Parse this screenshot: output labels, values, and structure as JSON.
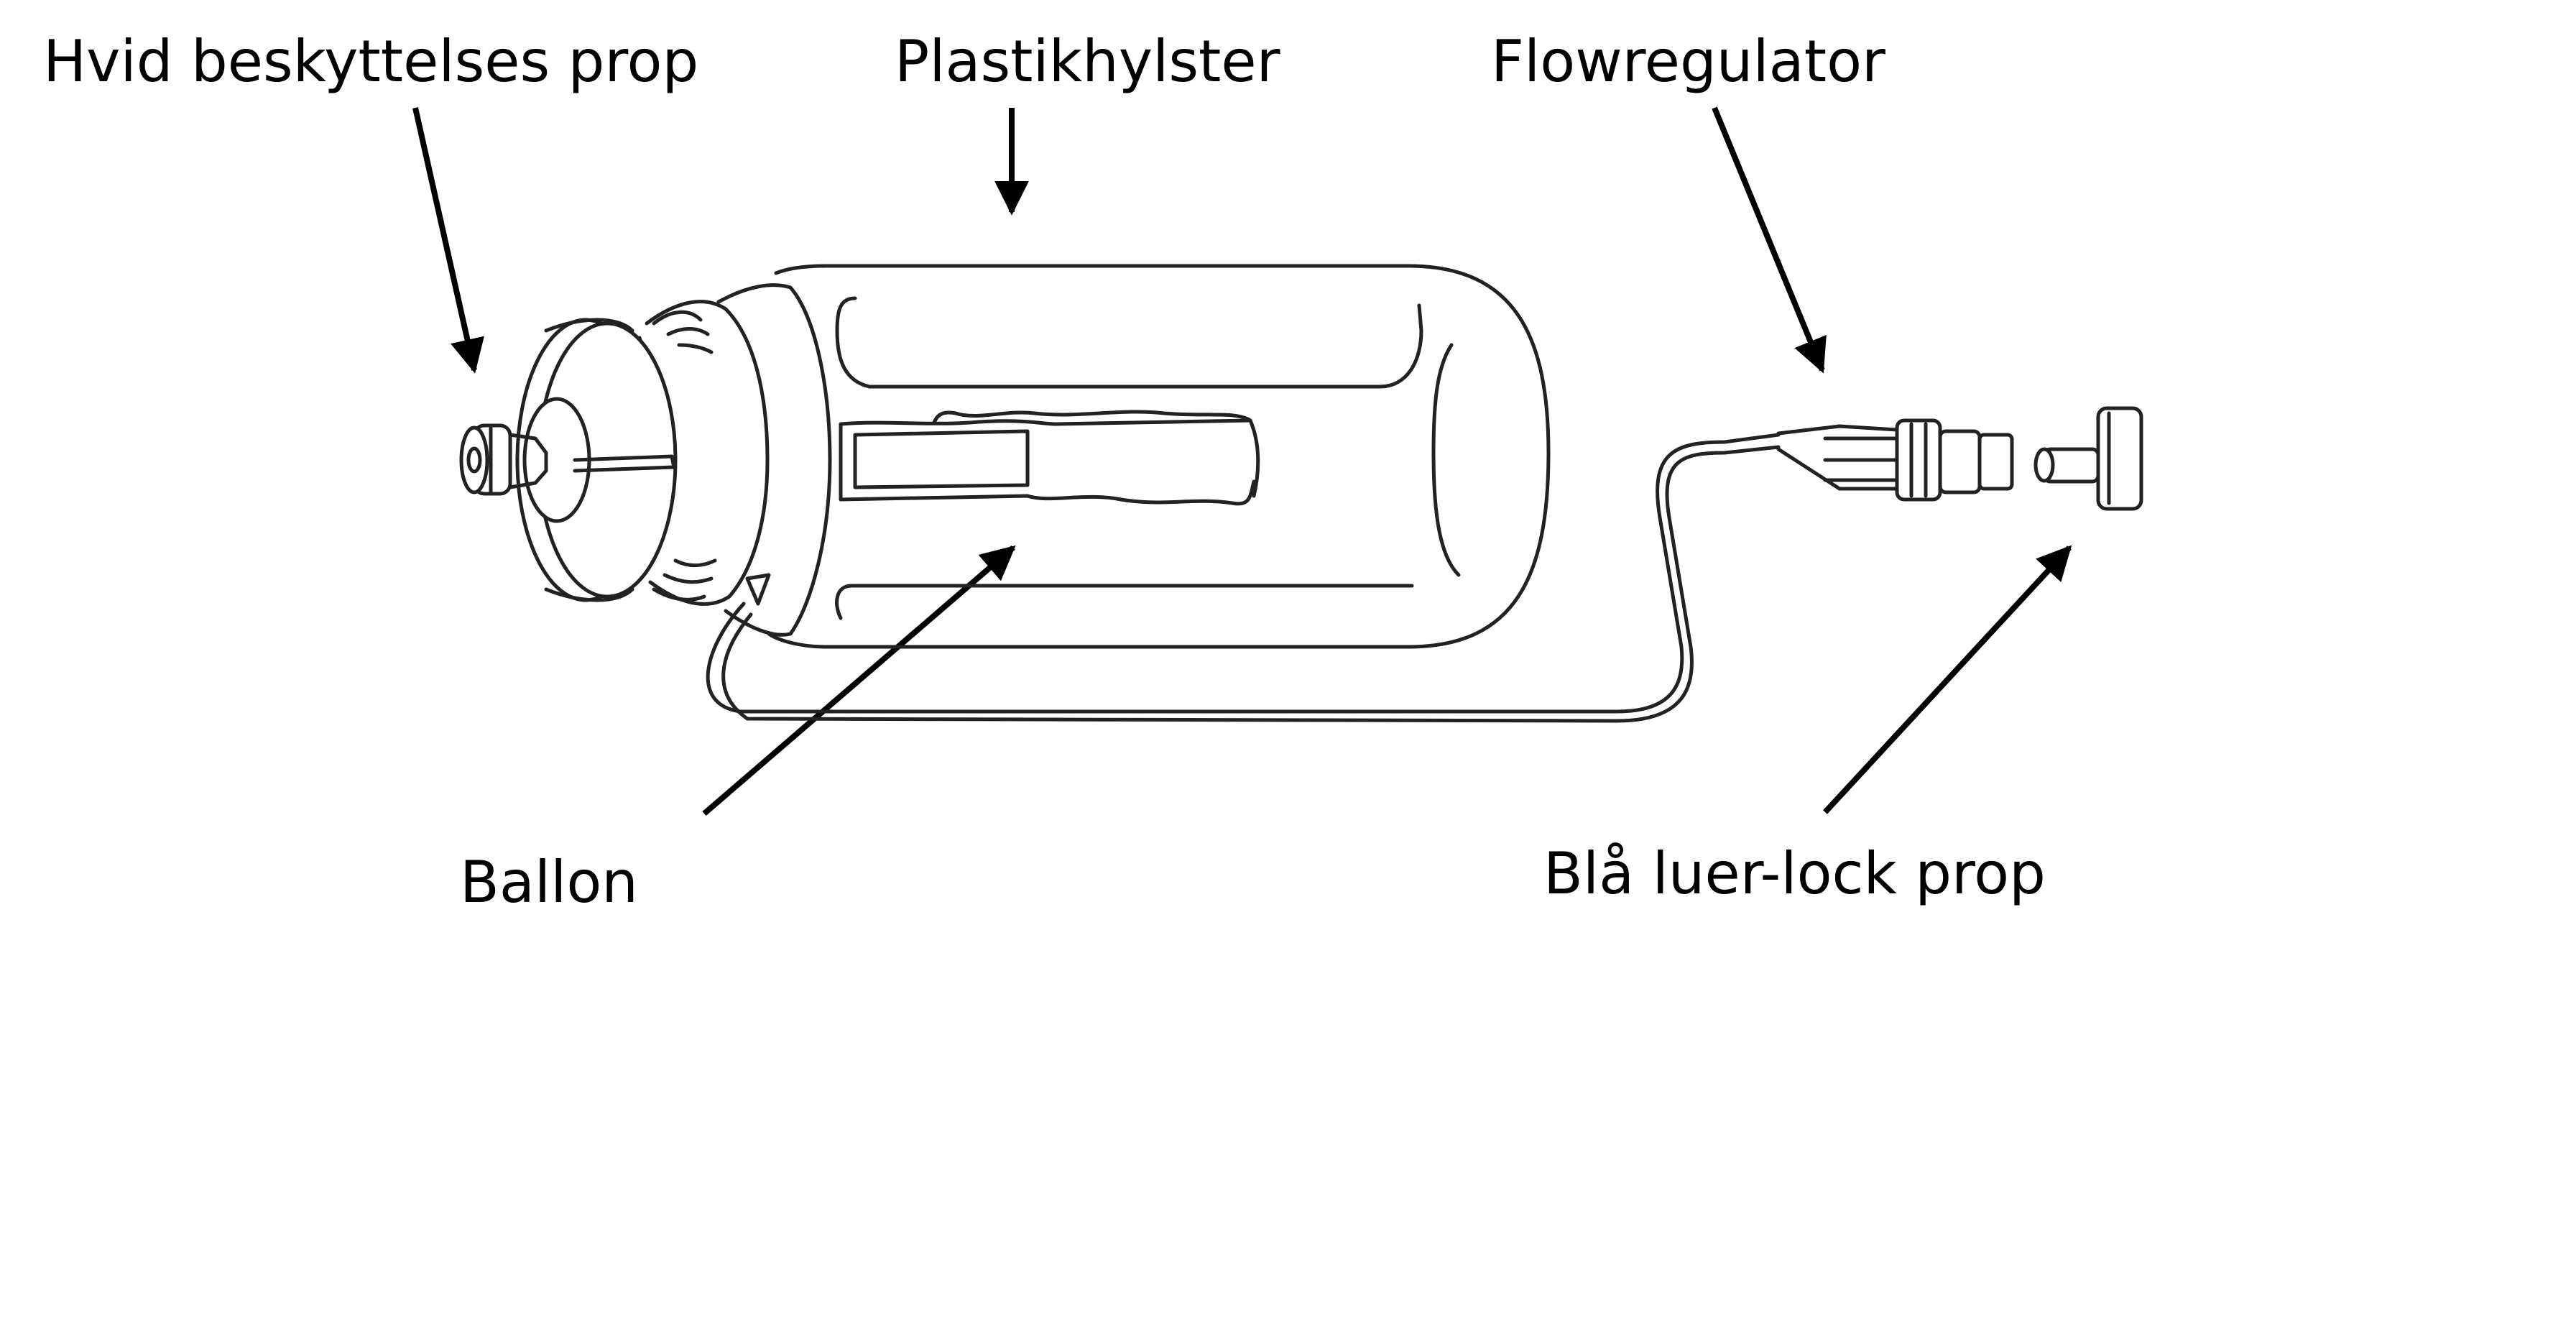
{
  "labels": {
    "white_cap": "Hvid beskyttelses prop",
    "plastic_shell": "Plastikhylster",
    "flow_regulator": "Flowregulator",
    "balloon": "Ballon",
    "blue_luer_lock_cap": "Blå luer-lock prop"
  },
  "colors": {
    "background": "#ffffff",
    "line_art": "#222222",
    "label_text": "#000000",
    "arrow": "#000000"
  }
}
